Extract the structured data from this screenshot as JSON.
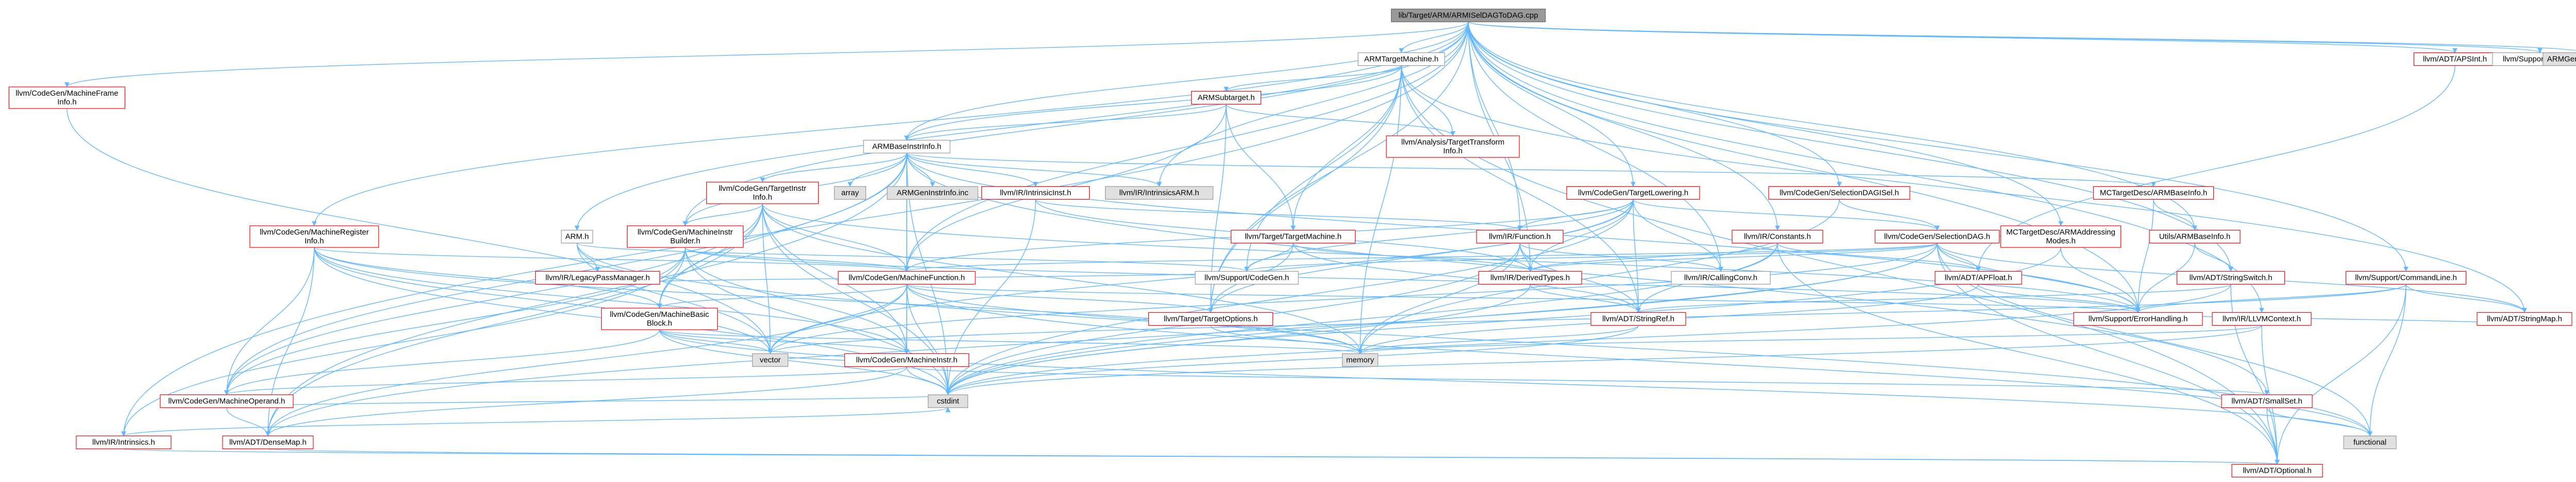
{
  "title": "lib/Target/ARM/ARMISelDAGToDAG.cpp",
  "colors": {
    "edge": "#63B8FF",
    "node_fill": "#ffffff",
    "node_border_red": "#ff0000",
    "node_border_grey": "#999999",
    "text": "#000000",
    "root_fill": "#999999",
    "root_border": "#666666",
    "leaf_fill": "#e0e0e0"
  },
  "nodes": [
    {
      "id": "root",
      "lines": [
        "lib/Target/ARM/ARMISelDAGToDAG.cpp"
      ],
      "kind": "root"
    },
    {
      "id": "arm_target_machine",
      "lines": [
        "ARMTargetMachine.h"
      ],
      "kind": "grey"
    },
    {
      "id": "arm_subtarget",
      "lines": [
        "ARMSubtarget.h"
      ],
      "kind": "red"
    },
    {
      "id": "arm_base_instr",
      "lines": [
        "ARMBaseInstrInfo.h"
      ],
      "kind": "grey"
    },
    {
      "id": "machine_frame",
      "lines": [
        "llvm/CodeGen/MachineFrame",
        "Info.h"
      ],
      "kind": "red"
    },
    {
      "id": "analysis_tti",
      "lines": [
        "llvm/Analysis/TargetTransform",
        "Info.h"
      ],
      "kind": "red"
    },
    {
      "id": "codegen_target_instr",
      "lines": [
        "llvm/CodeGen/TargetInstr",
        "Info.h"
      ],
      "kind": "red"
    },
    {
      "id": "machine_register",
      "lines": [
        "llvm/CodeGen/MachineRegister",
        "Info.h"
      ],
      "kind": "red"
    },
    {
      "id": "arm_h",
      "lines": [
        "ARM.h"
      ],
      "kind": "grey"
    },
    {
      "id": "machine_instr_builder",
      "lines": [
        "llvm/CodeGen/MachineInstr",
        "Builder.h"
      ],
      "kind": "red"
    },
    {
      "id": "ir_intrinsic_inst",
      "lines": [
        "llvm/IR/IntrinsicInst.h"
      ],
      "kind": "red"
    },
    {
      "id": "ir_intrinsics_arm",
      "lines": [
        "llvm/IR/IntrinsicsARM.h"
      ],
      "kind": "leaf"
    },
    {
      "id": "array",
      "lines": [
        "array"
      ],
      "kind": "leaf"
    },
    {
      "id": "arm_gen_instr",
      "lines": [
        "ARMGenInstrInfo.inc"
      ],
      "kind": "leaf"
    },
    {
      "id": "target_target_machine",
      "lines": [
        "llvm/Target/TargetMachine.h"
      ],
      "kind": "red"
    },
    {
      "id": "codegen_target_lowering",
      "lines": [
        "llvm/CodeGen/TargetLowering.h"
      ],
      "kind": "red"
    },
    {
      "id": "ir_function",
      "lines": [
        "llvm/IR/Function.h"
      ],
      "kind": "red"
    },
    {
      "id": "codegen_selection_dag_isel",
      "lines": [
        "llvm/CodeGen/SelectionDAGISel.h"
      ],
      "kind": "red"
    },
    {
      "id": "ir_constants",
      "lines": [
        "llvm/IR/Constants.h"
      ],
      "kind": "red"
    },
    {
      "id": "codegen_selection_dag",
      "lines": [
        "llvm/CodeGen/SelectionDAG.h"
      ],
      "kind": "red"
    },
    {
      "id": "mc_arm_addressing",
      "lines": [
        "MCTargetDesc/ARMAddressing",
        "Modes.h"
      ],
      "kind": "red"
    },
    {
      "id": "mc_arm_base_info",
      "lines": [
        "MCTargetDesc/ARMBaseInfo.h"
      ],
      "kind": "red"
    },
    {
      "id": "utils_arm_base_info",
      "lines": [
        "Utils/ARMBaseInfo.h"
      ],
      "kind": "red"
    },
    {
      "id": "adt_string_switch",
      "lines": [
        "llvm/ADT/StringSwitch.h"
      ],
      "kind": "red"
    },
    {
      "id": "support_command_line",
      "lines": [
        "llvm/Support/CommandLine.h"
      ],
      "kind": "red"
    },
    {
      "id": "adt_apsint",
      "lines": [
        "llvm/ADT/APSInt.h"
      ],
      "kind": "red"
    },
    {
      "id": "support_debug",
      "lines": [
        "llvm/Support/Debug.h"
      ],
      "kind": "grey"
    },
    {
      "id": "arm_gen_dag_isel",
      "lines": [
        "ARMGenDAGISel.inc"
      ],
      "kind": "leaf"
    },
    {
      "id": "ir_legacy_pass_manager",
      "lines": [
        "llvm/IR/LegacyPassManager.h"
      ],
      "kind": "red"
    },
    {
      "id": "codegen_machine_function",
      "lines": [
        "llvm/CodeGen/MachineFunction.h"
      ],
      "kind": "red"
    },
    {
      "id": "support_codegen",
      "lines": [
        "llvm/Support/CodeGen.h"
      ],
      "kind": "grey"
    },
    {
      "id": "ir_derived_types",
      "lines": [
        "llvm/IR/DerivedTypes.h"
      ],
      "kind": "red"
    },
    {
      "id": "ir_calling_conv",
      "lines": [
        "llvm/IR/CallingConv.h"
      ],
      "kind": "grey"
    },
    {
      "id": "adt_apfloat",
      "lines": [
        "llvm/ADT/APFloat.h"
      ],
      "kind": "red"
    },
    {
      "id": "ir_llvm_context",
      "lines": [
        "llvm/IR/LLVMContext.h"
      ],
      "kind": "red"
    },
    {
      "id": "adt_string_map",
      "lines": [
        "llvm/ADT/StringMap.h"
      ],
      "kind": "red"
    },
    {
      "id": "codegen_machine_basic_block",
      "lines": [
        "llvm/CodeGen/MachineBasic",
        "Block.h"
      ],
      "kind": "red"
    },
    {
      "id": "target_target_options",
      "lines": [
        "llvm/Target/TargetOptions.h"
      ],
      "kind": "red"
    },
    {
      "id": "adt_string_ref",
      "lines": [
        "llvm/ADT/StringRef.h"
      ],
      "kind": "red"
    },
    {
      "id": "support_error_handling",
      "lines": [
        "llvm/Support/ErrorHandling.h"
      ],
      "kind": "red"
    },
    {
      "id": "vector",
      "lines": [
        "vector"
      ],
      "kind": "leaf"
    },
    {
      "id": "memory",
      "lines": [
        "memory"
      ],
      "kind": "leaf"
    },
    {
      "id": "codegen_machine_instr",
      "lines": [
        "llvm/CodeGen/MachineInstr.h"
      ],
      "kind": "red"
    },
    {
      "id": "codegen_machine_operand",
      "lines": [
        "llvm/CodeGen/MachineOperand.h"
      ],
      "kind": "red"
    },
    {
      "id": "cstdint",
      "lines": [
        "cstdint"
      ],
      "kind": "leaf"
    },
    {
      "id": "adt_small_set",
      "lines": [
        "llvm/ADT/SmallSet.h"
      ],
      "kind": "red"
    },
    {
      "id": "ir_intrinsics",
      "lines": [
        "llvm/IR/Intrinsics.h"
      ],
      "kind": "red"
    },
    {
      "id": "adt_dense_map",
      "lines": [
        "llvm/ADT/DenseMap.h"
      ],
      "kind": "red"
    },
    {
      "id": "functional",
      "lines": [
        "functional"
      ],
      "kind": "leaf"
    },
    {
      "id": "adt_optional",
      "lines": [
        "llvm/ADT/Optional.h"
      ],
      "kind": "red"
    }
  ],
  "edges": [
    [
      "root",
      "arm_target_machine"
    ],
    [
      "root",
      "arm_base_instr"
    ],
    [
      "root",
      "machine_frame"
    ],
    [
      "root",
      "machine_register"
    ],
    [
      "root",
      "arm_h"
    ],
    [
      "root",
      "machine_instr_builder"
    ],
    [
      "root",
      "ir_intrinsics_arm"
    ],
    [
      "root",
      "codegen_target_lowering"
    ],
    [
      "root",
      "ir_function"
    ],
    [
      "root",
      "codegen_selection_dag_isel"
    ],
    [
      "root",
      "ir_constants"
    ],
    [
      "root",
      "mc_arm_addressing"
    ],
    [
      "root",
      "utils_arm_base_info"
    ],
    [
      "root",
      "adt_string_switch"
    ],
    [
      "root",
      "support_command_line"
    ],
    [
      "root",
      "adt_apsint"
    ],
    [
      "root",
      "support_debug"
    ],
    [
      "root",
      "arm_gen_dag_isel"
    ],
    [
      "root",
      "ir_intrinsics"
    ],
    [
      "root",
      "ir_derived_types"
    ],
    [
      "root",
      "ir_calling_conv"
    ],
    [
      "root",
      "ir_llvm_context"
    ],
    [
      "root",
      "codegen_machine_function"
    ],
    [
      "root",
      "support_error_handling"
    ],
    [
      "root",
      "target_target_options"
    ],
    [
      "arm_target_machine",
      "arm_subtarget"
    ],
    [
      "arm_target_machine",
      "arm_base_instr"
    ],
    [
      "arm_target_machine",
      "analysis_tti"
    ],
    [
      "arm_target_machine",
      "target_target_machine"
    ],
    [
      "arm_target_machine",
      "adt_optional"
    ],
    [
      "arm_target_machine",
      "memory"
    ],
    [
      "arm_target_machine",
      "adt_string_map"
    ],
    [
      "arm_target_machine",
      "support_codegen"
    ],
    [
      "arm_target_machine",
      "adt_string_ref"
    ],
    [
      "arm_target_machine",
      "target_target_options"
    ],
    [
      "arm_subtarget",
      "arm_base_instr"
    ],
    [
      "arm_subtarget",
      "analysis_tti"
    ],
    [
      "arm_subtarget",
      "target_target_machine"
    ],
    [
      "arm_subtarget",
      "target_target_options"
    ],
    [
      "arm_subtarget",
      "codegen_machine_function"
    ],
    [
      "arm_base_instr",
      "codegen_target_instr"
    ],
    [
      "arm_base_instr",
      "machine_instr_builder"
    ],
    [
      "arm_base_instr",
      "ir_intrinsic_inst"
    ],
    [
      "arm_base_instr",
      "ir_intrinsics_arm"
    ],
    [
      "arm_base_instr",
      "array"
    ],
    [
      "arm_base_instr",
      "arm_gen_instr"
    ],
    [
      "arm_base_instr",
      "mc_arm_base_info"
    ],
    [
      "arm_base_instr",
      "codegen_machine_basic_block"
    ],
    [
      "arm_base_instr",
      "codegen_machine_instr"
    ],
    [
      "arm_base_instr",
      "codegen_machine_operand"
    ],
    [
      "arm_base_instr",
      "adt_dense_map"
    ],
    [
      "arm_base_instr",
      "cstdint"
    ],
    [
      "arm_base_instr",
      "codegen_machine_function"
    ],
    [
      "arm_base_instr",
      "adt_small_set"
    ],
    [
      "arm_base_instr",
      "support_error_handling"
    ],
    [
      "machine_frame",
      "vector"
    ],
    [
      "codegen_target_instr",
      "machine_instr_builder"
    ],
    [
      "codegen_target_instr",
      "codegen_machine_basic_block"
    ],
    [
      "codegen_target_instr",
      "codegen_machine_function"
    ],
    [
      "codegen_target_instr",
      "codegen_machine_instr"
    ],
    [
      "codegen_target_instr",
      "codegen_machine_operand"
    ],
    [
      "codegen_target_instr",
      "adt_dense_map"
    ],
    [
      "codegen_target_instr",
      "cstdint"
    ],
    [
      "codegen_target_instr",
      "support_error_handling"
    ],
    [
      "codegen_target_instr",
      "vector"
    ],
    [
      "codegen_target_instr",
      "memory"
    ],
    [
      "machine_register",
      "codegen_machine_basic_block"
    ],
    [
      "machine_register",
      "codegen_machine_function"
    ],
    [
      "machine_register",
      "codegen_machine_instr"
    ],
    [
      "machine_register",
      "codegen_machine_operand"
    ],
    [
      "machine_register",
      "adt_dense_map"
    ],
    [
      "machine_register",
      "vector"
    ],
    [
      "machine_register",
      "memory"
    ],
    [
      "machine_register",
      "cstdint"
    ],
    [
      "arm_h",
      "ir_legacy_pass_manager"
    ],
    [
      "arm_h",
      "support_codegen"
    ],
    [
      "arm_h",
      "vector"
    ],
    [
      "arm_h",
      "functional"
    ],
    [
      "machine_instr_builder",
      "codegen_machine_function"
    ],
    [
      "machine_instr_builder",
      "codegen_machine_basic_block"
    ],
    [
      "machine_instr_builder",
      "codegen_machine_instr"
    ],
    [
      "machine_instr_builder",
      "codegen_machine_operand"
    ],
    [
      "machine_instr_builder",
      "ir_intrinsics"
    ],
    [
      "machine_instr_builder",
      "support_error_handling"
    ],
    [
      "machine_instr_builder",
      "cstdint"
    ],
    [
      "ir_intrinsic_inst",
      "ir_function"
    ],
    [
      "ir_intrinsic_inst",
      "ir_derived_types"
    ],
    [
      "ir_intrinsic_inst",
      "cstdint"
    ],
    [
      "target_target_machine",
      "support_codegen"
    ],
    [
      "target_target_machine",
      "target_target_options"
    ],
    [
      "target_target_machine",
      "adt_string_ref"
    ],
    [
      "target_target_machine",
      "ir_derived_types"
    ],
    [
      "codegen_target_lowering",
      "ir_function"
    ],
    [
      "codegen_target_lowering",
      "codegen_selection_dag"
    ],
    [
      "codegen_target_lowering",
      "ir_calling_conv"
    ],
    [
      "codegen_target_lowering",
      "ir_derived_types"
    ],
    [
      "codegen_target_lowering",
      "adt_string_ref"
    ],
    [
      "codegen_target_lowering",
      "support_codegen"
    ],
    [
      "codegen_target_lowering",
      "target_target_options"
    ],
    [
      "codegen_target_lowering",
      "vector"
    ],
    [
      "codegen_target_lowering",
      "cstdint"
    ],
    [
      "codegen_target_lowering",
      "codegen_machine_function"
    ],
    [
      "ir_function",
      "ir_calling_conv"
    ],
    [
      "ir_function",
      "ir_derived_types"
    ],
    [
      "ir_function",
      "adt_string_ref"
    ],
    [
      "ir_function",
      "memory"
    ],
    [
      "ir_function",
      "cstdint"
    ],
    [
      "codegen_selection_dag_isel",
      "codegen_selection_dag"
    ],
    [
      "codegen_selection_dag_isel",
      "memory"
    ],
    [
      "ir_constants",
      "adt_apfloat"
    ],
    [
      "ir_constants",
      "ir_derived_types"
    ],
    [
      "ir_constants",
      "adt_string_ref"
    ],
    [
      "ir_constants",
      "cstdint"
    ],
    [
      "ir_constants",
      "adt_optional"
    ],
    [
      "codegen_selection_dag",
      "adt_apfloat"
    ],
    [
      "codegen_selection_dag",
      "codegen_machine_function"
    ],
    [
      "codegen_selection_dag",
      "adt_string_map"
    ],
    [
      "codegen_selection_dag",
      "support_codegen"
    ],
    [
      "codegen_selection_dag",
      "support_error_handling"
    ],
    [
      "codegen_selection_dag",
      "adt_dense_map"
    ],
    [
      "codegen_selection_dag",
      "cstdint"
    ],
    [
      "codegen_selection_dag",
      "functional"
    ],
    [
      "codegen_selection_dag",
      "adt_optional"
    ],
    [
      "codegen_selection_dag",
      "vector"
    ],
    [
      "codegen_selection_dag",
      "ir_derived_types"
    ],
    [
      "mc_arm_addressing",
      "support_error_handling"
    ],
    [
      "mc_arm_addressing",
      "cstdint"
    ],
    [
      "mc_arm_base_info",
      "utils_arm_base_info"
    ],
    [
      "mc_arm_base_info",
      "support_error_handling"
    ],
    [
      "utils_arm_base_info",
      "adt_string_switch"
    ],
    [
      "utils_arm_base_info",
      "support_error_handling"
    ],
    [
      "adt_string_switch",
      "adt_string_ref"
    ],
    [
      "adt_string_switch",
      "cstdint"
    ],
    [
      "adt_string_switch",
      "adt_optional"
    ],
    [
      "support_command_line",
      "adt_string_map"
    ],
    [
      "support_command_line",
      "support_error_handling"
    ],
    [
      "support_command_line",
      "adt_optional"
    ],
    [
      "support_command_line",
      "functional"
    ],
    [
      "support_command_line",
      "vector"
    ],
    [
      "adt_apsint",
      "adt_apfloat"
    ],
    [
      "ir_legacy_pass_manager",
      "support_codegen"
    ],
    [
      "codegen_machine_function",
      "codegen_machine_basic_block"
    ],
    [
      "codegen_machine_function",
      "target_target_options"
    ],
    [
      "codegen_machine_function",
      "codegen_machine_instr"
    ],
    [
      "codegen_machine_function",
      "support_error_handling"
    ],
    [
      "codegen_machine_function",
      "memory"
    ],
    [
      "codegen_machine_function",
      "vector"
    ],
    [
      "codegen_machine_function",
      "cstdint"
    ],
    [
      "codegen_machine_function",
      "adt_dense_map"
    ],
    [
      "codegen_machine_function",
      "functional"
    ],
    [
      "ir_derived_types",
      "adt_string_ref"
    ],
    [
      "ir_derived_types",
      "cstdint"
    ],
    [
      "adt_apfloat",
      "support_error_handling"
    ],
    [
      "adt_apfloat",
      "memory"
    ],
    [
      "ir_llvm_context",
      "cstdint"
    ],
    [
      "ir_llvm_context",
      "memory"
    ],
    [
      "ir_llvm_context",
      "adt_optional"
    ],
    [
      "adt_string_map",
      "support_error_handling"
    ],
    [
      "codegen_machine_basic_block",
      "codegen_machine_instr"
    ],
    [
      "codegen_machine_basic_block",
      "codegen_machine_operand"
    ],
    [
      "codegen_machine_basic_block",
      "functional"
    ],
    [
      "codegen_machine_basic_block",
      "cstdint"
    ],
    [
      "codegen_machine_basic_block",
      "vector"
    ],
    [
      "codegen_machine_basic_block",
      "memory"
    ],
    [
      "target_target_options",
      "memory"
    ],
    [
      "adt_string_ref",
      "memory"
    ],
    [
      "adt_string_ref",
      "cstdint"
    ],
    [
      "codegen_machine_instr",
      "codegen_machine_operand"
    ],
    [
      "codegen_machine_instr",
      "adt_small_set"
    ],
    [
      "codegen_machine_instr",
      "cstdint"
    ],
    [
      "codegen_machine_instr",
      "vector"
    ],
    [
      "codegen_machine_instr",
      "adt_dense_map"
    ],
    [
      "codegen_machine_operand",
      "cstdint"
    ],
    [
      "codegen_machine_operand",
      "adt_dense_map"
    ],
    [
      "adt_small_set",
      "functional"
    ],
    [
      "adt_small_set",
      "adt_optional"
    ],
    [
      "ir_intrinsics",
      "adt_optional"
    ],
    [
      "ir_intrinsics",
      "cstdint"
    ],
    [
      "adt_dense_map",
      "adt_optional"
    ]
  ]
}
